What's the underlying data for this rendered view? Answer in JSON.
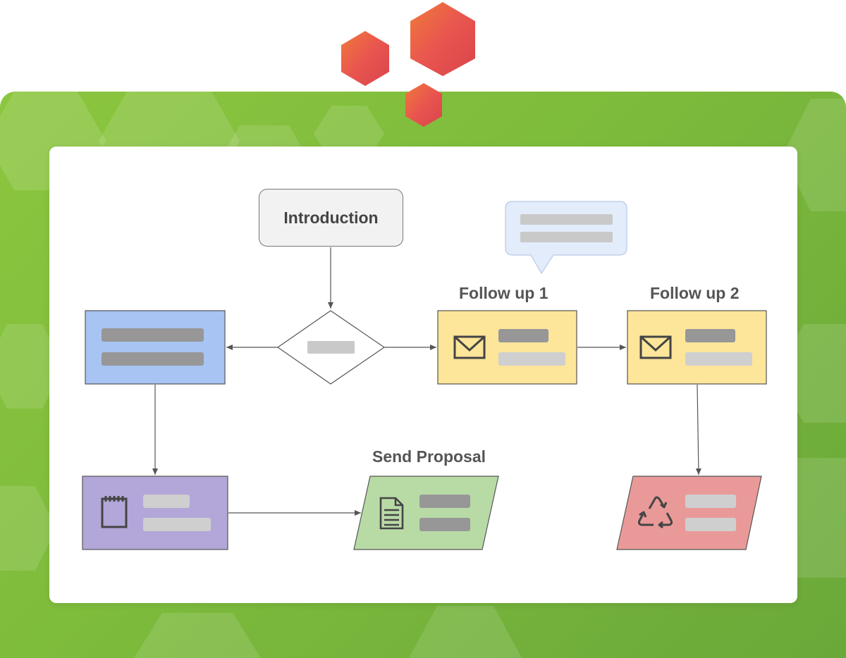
{
  "diagram": {
    "intro_label": "Introduction",
    "follow_up_1_label": "Follow up 1",
    "follow_up_2_label": "Follow up 2",
    "send_proposal_label": "Send Proposal"
  },
  "colors": {
    "green_background": "#8cc63f",
    "hexagon_accent": "#e9554f",
    "blue_box": "#a7c4f2",
    "yellow_box": "#fde59a",
    "purple_box": "#b3a6d8",
    "green_box": "#b8dba6",
    "red_box": "#e99a98",
    "tooltip": "#e3ecfb"
  },
  "icons": [
    "mail-icon",
    "notepad-icon",
    "document-icon",
    "recycle-icon"
  ]
}
